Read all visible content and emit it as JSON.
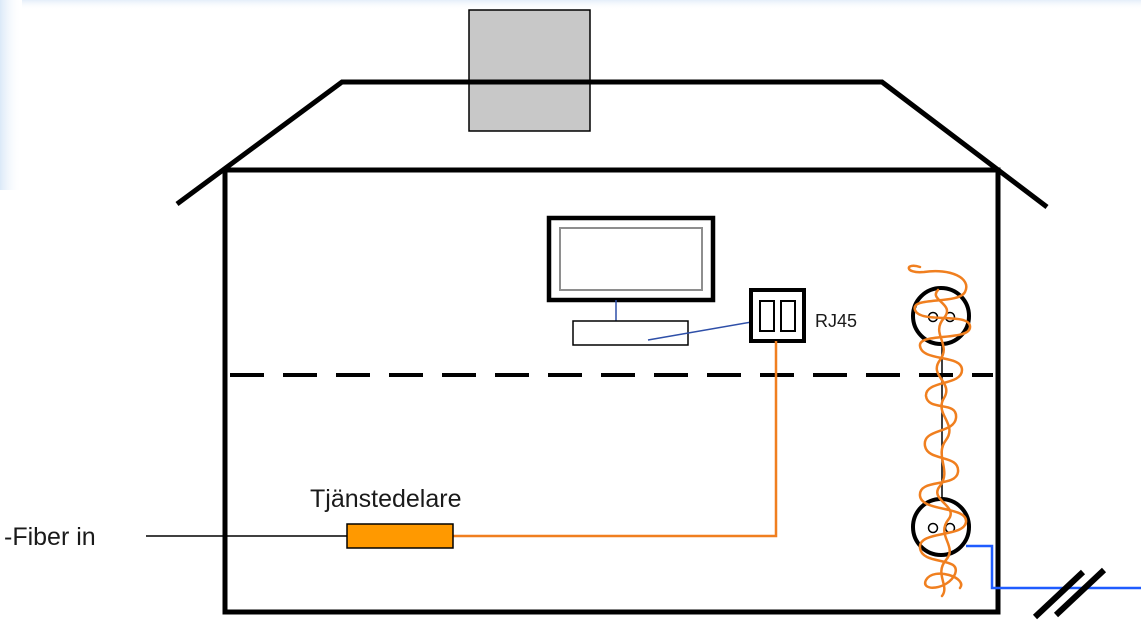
{
  "labels": {
    "fiber_in": "-Fiber in",
    "splitter": "Tjänstedelare",
    "rj45": "RJ45"
  },
  "colors": {
    "outline": "#000000",
    "chimney": "#c8c8c8",
    "splitter_fill": "#ff9900",
    "orange_cable": "#f07f1f",
    "blue_cable": "#1f5cff",
    "monitor_cable": "#2e4fa8",
    "glow": "#e8f1fb"
  },
  "icons": {
    "computer": "computer-monitor-icon",
    "wall_socket": "rj45-wall-socket-icon",
    "power_outlet": "power-outlet-icon",
    "cable_break": "cable-break-icon"
  }
}
